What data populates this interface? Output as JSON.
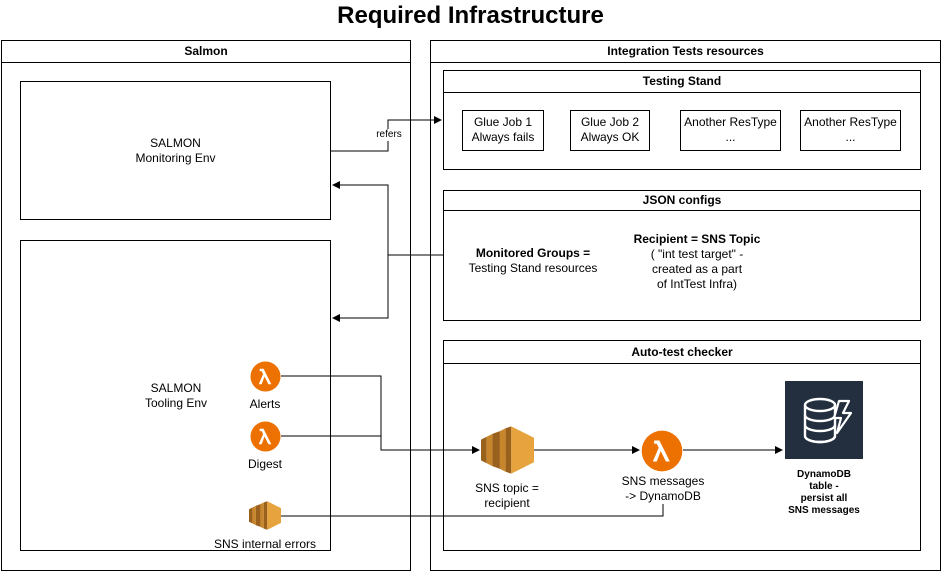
{
  "title": "Required Infrastructure",
  "salmon": {
    "header": "Salmon",
    "monitoring_env": "SALMON\nMonitoring Env",
    "tooling_env": "SALMON\nTooling Env",
    "alerts_label": "Alerts",
    "digest_label": "Digest",
    "sns_internal_label": "SNS internal errors"
  },
  "edge_label": "refers",
  "integration": {
    "header": "Integration Tests resources",
    "testing_stand": {
      "header": "Testing Stand",
      "items": [
        "Glue Job 1\nAlways fails",
        "Glue Job 2\nAlways OK",
        "Another ResType\n...",
        "Another ResType\n..."
      ]
    },
    "json_configs": {
      "header": "JSON configs",
      "monitored_title": "Monitored Groups =",
      "monitored_desc": "Testing Stand resources",
      "recipient_title": "Recipient = SNS Topic",
      "recipient_desc": "( \"int test target\" -\ncreated as a part\nof IntTest Infra)"
    },
    "auto_test": {
      "header": "Auto-test checker",
      "sns_topic_label": "SNS topic =\nrecipient",
      "lambda_label": "SNS messages\n-> DynamoDB",
      "dynamo_label": "DynamoDB\ntable -\npersist all\nSNS messages"
    }
  },
  "colors": {
    "lambda": "#ED7100",
    "sns": "#E7A33E",
    "dynamodb_bg": "#232F3E"
  }
}
